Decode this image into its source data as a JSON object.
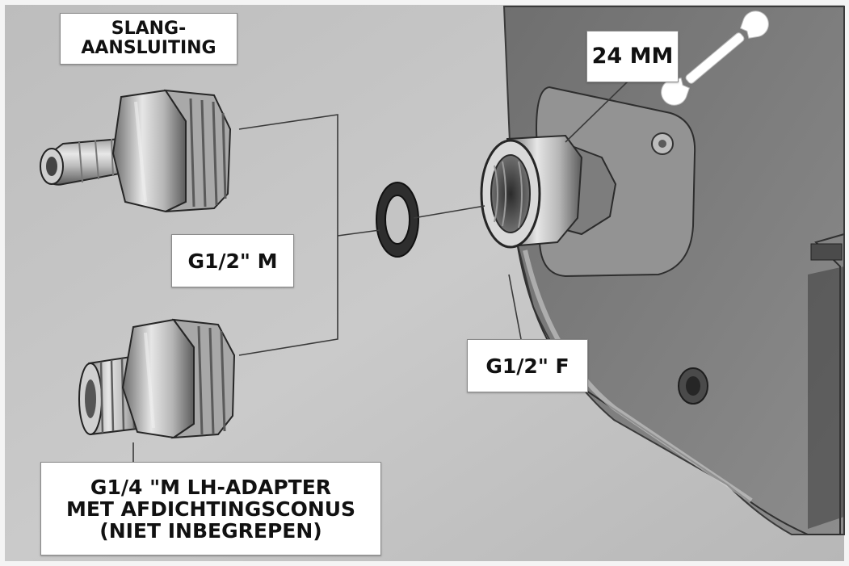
{
  "labels": {
    "hose_line1": "SLANG-",
    "hose_line2": "AANSLUITING",
    "wrench_size": "24 MM",
    "male_thread": "G1/2\" M",
    "female_thread": "G1/2\" F",
    "adapter_line1": "G1/4 \"M LH-ADAPTER",
    "adapter_line2": "MET AFDICHTINGSCONUS",
    "adapter_line3": "(NIET INBEGREPEN)"
  },
  "icons": {
    "wrench": "wrench-icon"
  },
  "colors": {
    "background": "#c6c6c6",
    "panel": "#7a7a7a",
    "callout_fill": "#ffffff",
    "text": "#111111"
  }
}
